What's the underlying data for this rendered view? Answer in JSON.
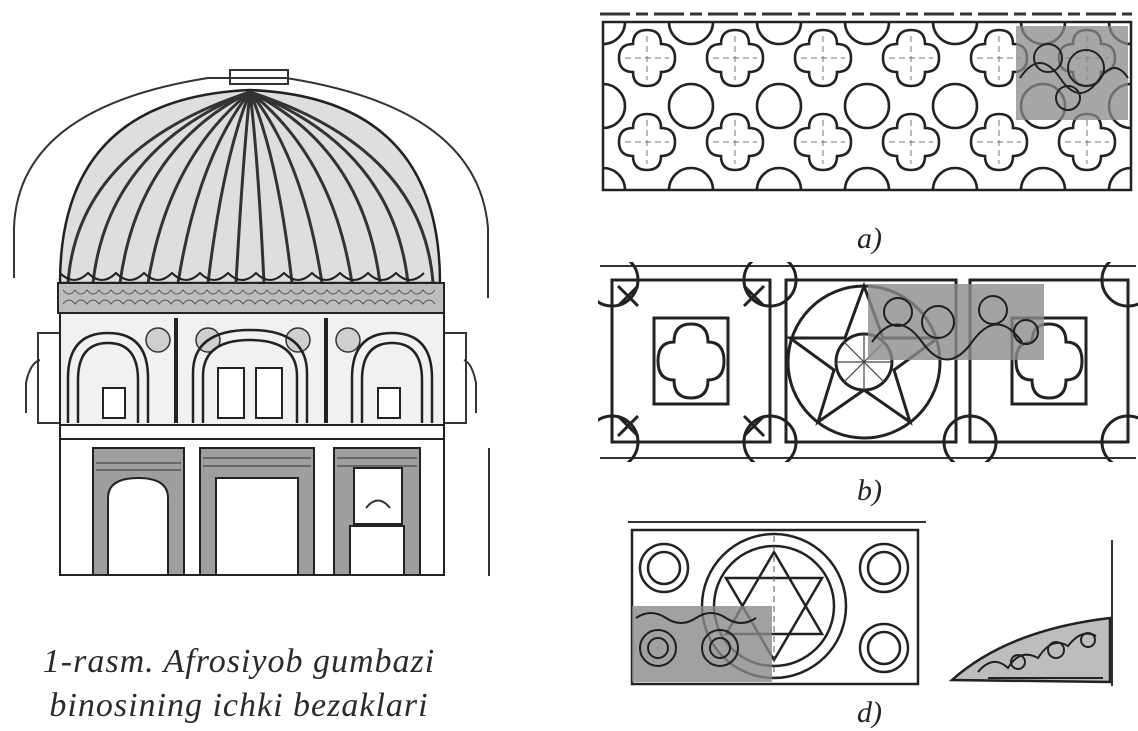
{
  "figure": {
    "caption_line1": "1-rasm. Afrosiyob gumbazi",
    "caption_line2": "binosining ichki bezaklari"
  },
  "panels": {
    "a_label": "a)",
    "b_label": "b)",
    "d_label": "d)"
  },
  "colors": {
    "ink": "#2a2a2a",
    "paper": "#ffffff"
  },
  "icons": [
    "dome-drawing",
    "girih-pattern-a",
    "geometric-panels-b",
    "star-medallion-d",
    "ornament-corner-d"
  ]
}
